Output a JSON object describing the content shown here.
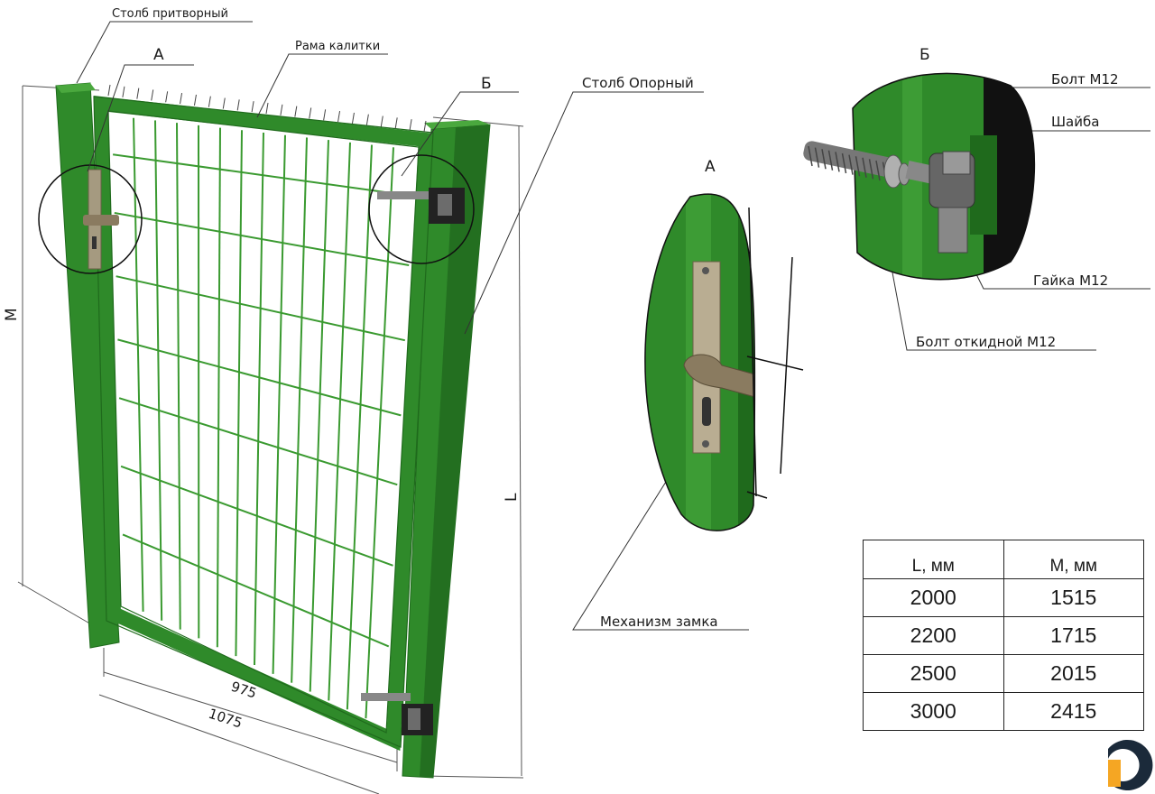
{
  "labels": {
    "latch_post": "Столб притворный",
    "gate_frame": "Рама калитки",
    "support_post": "Столб Опорный",
    "callout_a": "А",
    "callout_b": "Б",
    "lock_mechanism": "Механизм замка",
    "bolt_m12": "Болт М12",
    "washer": "Шайба",
    "nut_m12": "Гайка М12",
    "hinge_bolt_m12": "Болт откидной М12"
  },
  "dimensions": {
    "height_post": "L",
    "height_gate": "M",
    "inner_width": "975",
    "outer_width": "1075"
  },
  "colors": {
    "post_green": "#2f8a2a",
    "post_dark": "#1f6a1c",
    "mesh_green": "#3a9a30",
    "hardware": "#7a6a50",
    "logo_orange": "#f5a623",
    "logo_dark": "#1b2a3a"
  },
  "table": {
    "headers": [
      "L, мм",
      "M, мм"
    ],
    "rows": [
      [
        "2000",
        "1515"
      ],
      [
        "2200",
        "1715"
      ],
      [
        "2500",
        "2015"
      ],
      [
        "3000",
        "2415"
      ]
    ]
  },
  "logo_icon": "d-logo-icon"
}
